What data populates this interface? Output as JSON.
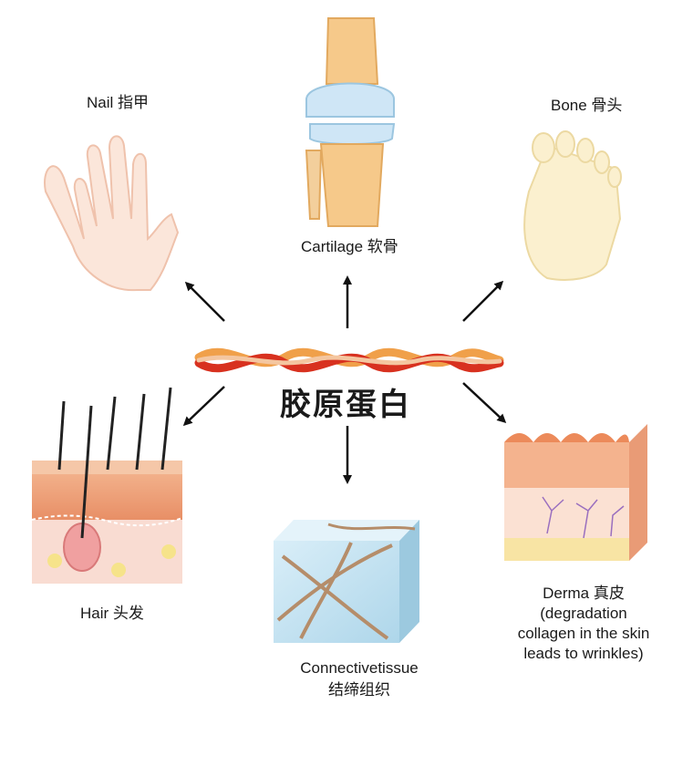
{
  "center": {
    "title": "胶原蛋白"
  },
  "nodes": {
    "nail": {
      "label": "Nail 指甲"
    },
    "cartilage": {
      "label": "Cartilage 软骨"
    },
    "bone": {
      "label": "Bone 骨头"
    },
    "hair": {
      "label": "Hair 头发"
    },
    "connective": {
      "label_line1": "Connectivetissue",
      "label_line2": "结缔组织"
    },
    "derma": {
      "label_line1": "Derma 真皮",
      "label_line2": "(degradation",
      "label_line3": "collagen in the skin",
      "label_line4": "leads to wrinkles)"
    }
  },
  "colors": {
    "arrow": "#111111",
    "rope_red": "#d8311f",
    "rope_orange": "#f0a04a",
    "skin_light": "#fbe3d6",
    "bone_cream": "#fbf0cf",
    "cartilage_blue": "#cfe6f6",
    "tissue_blue": "#bfe0ef"
  }
}
